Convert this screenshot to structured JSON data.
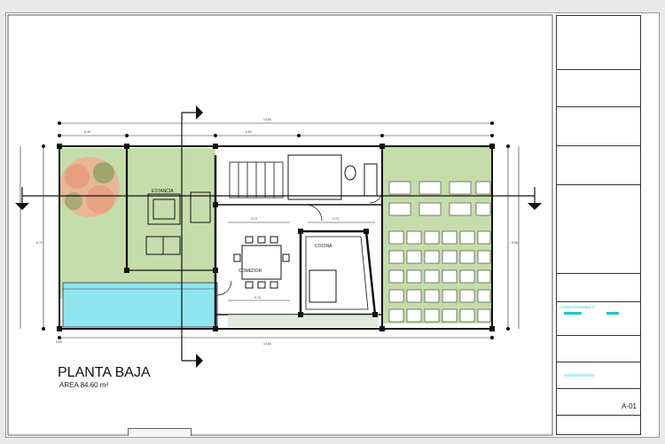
{
  "drawing": {
    "title": "PLANTA BAJA",
    "area": "AREA 84.60 m²",
    "rooms": {
      "estancia": "ESTANCIA",
      "comedor": "COMEDOR",
      "cocina": "COCINA"
    },
    "dims": {
      "top_overall": "14.80",
      "top_segment_a": "5.40",
      "top_segment_b": "5.80",
      "bottom_overall": "14.80",
      "left_height": "6.70",
      "right_height": "6.85",
      "corner": "0.65",
      "interior_a": "3.10",
      "interior_b": "2.70",
      "interior_c": "0.76"
    }
  },
  "title_block": {
    "sheet_code": "A-01",
    "section_label": "CORRESPONDENCE"
  },
  "colors": {
    "grass": "#c5ddaa",
    "pool": "#8fe6f0",
    "tree": "#f2a98f",
    "wall": "#111111",
    "accent": "#19c9c9"
  }
}
